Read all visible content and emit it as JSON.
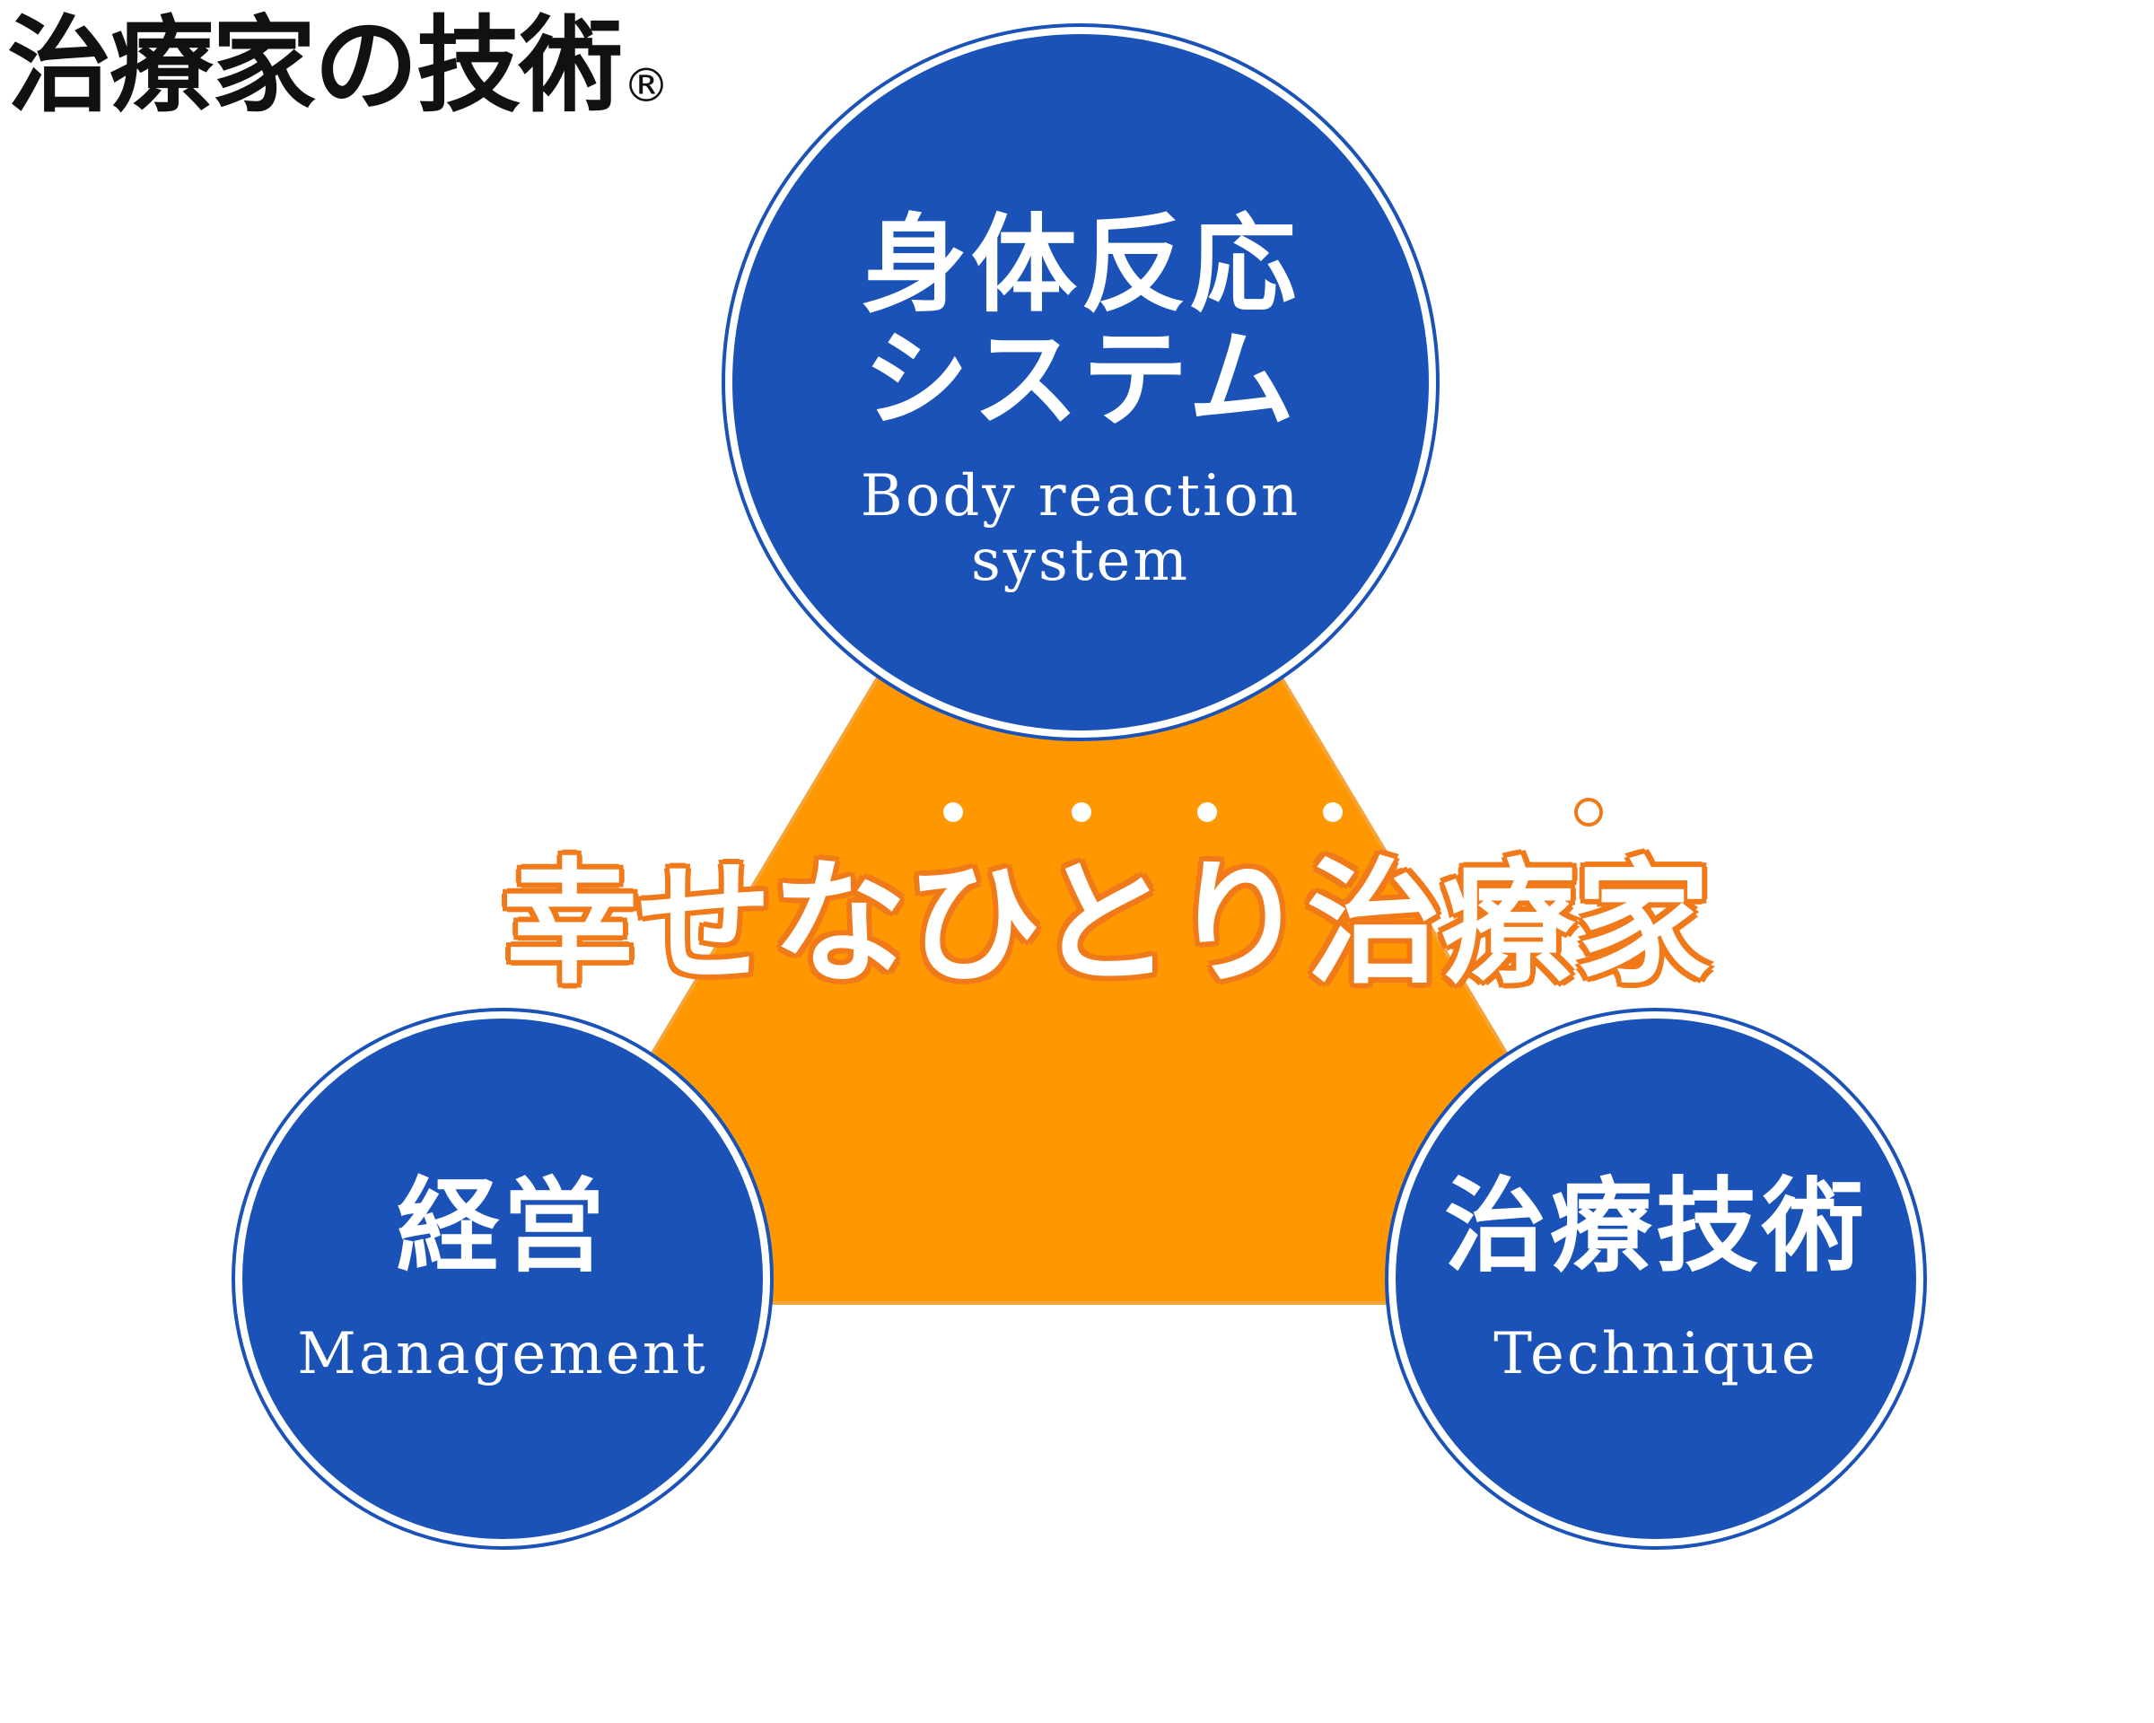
{
  "brand": {
    "title": "治療家の技術",
    "registered_mark": "®"
  },
  "center": {
    "slogan": "幸せなひとり治療家"
  },
  "nodes": {
    "top": {
      "jp": "身体反応システム",
      "en": "Body reaction system"
    },
    "left": {
      "jp": "経営",
      "en": "Management"
    },
    "right": {
      "jp": "治療技術",
      "en": "Technique"
    }
  },
  "colors": {
    "triangle": "#ff9800",
    "triangle_edge": "#f5a43a",
    "circle_fill": "#1a52b8",
    "circle_ring": "#1a52b8",
    "slogan_outline": "#f07a1a",
    "text_light": "#ffffff",
    "text_dark": "#111111"
  }
}
